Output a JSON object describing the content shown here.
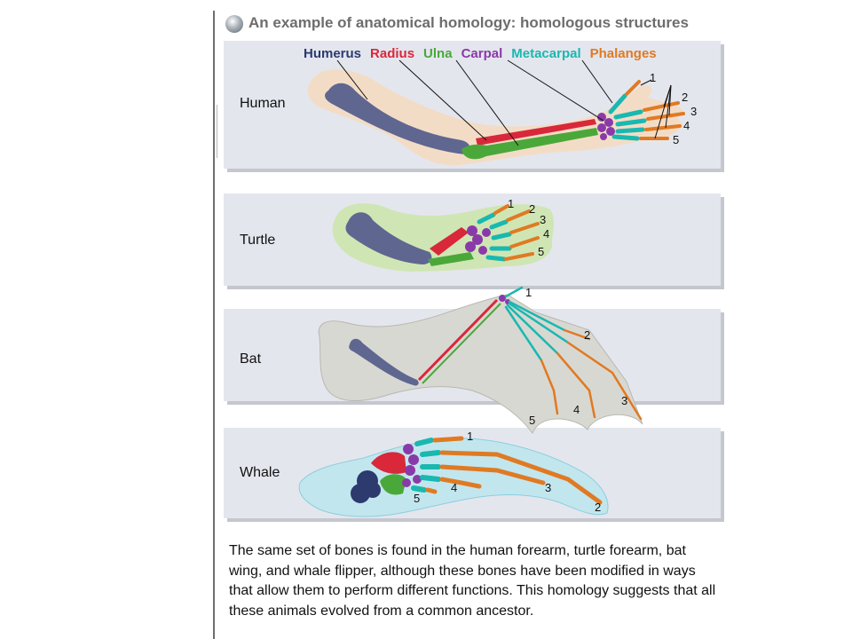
{
  "title": {
    "text": "An example of anatomical homology: homologous structures",
    "icon": "globe-icon"
  },
  "legend": [
    {
      "label": "Humerus",
      "color": "#2c3a6e"
    },
    {
      "label": "Radius",
      "color": "#d8283a"
    },
    {
      "label": "Ulna",
      "color": "#4aa83a"
    },
    {
      "label": "Carpal",
      "color": "#8a3aa8"
    },
    {
      "label": "Metacarpal",
      "color": "#19b8b0"
    },
    {
      "label": "Phalanges",
      "color": "#e07a22"
    }
  ],
  "panels": {
    "human": "Human",
    "turtle": "Turtle",
    "bat": "Bat",
    "whale": "Whale"
  },
  "digits": {
    "human": [
      "1",
      "2",
      "3",
      "4",
      "5"
    ],
    "turtle": [
      "1",
      "2",
      "3",
      "4",
      "5"
    ],
    "bat": [
      "1",
      "2",
      "3",
      "4",
      "5"
    ],
    "whale": [
      "1",
      "2",
      "3",
      "4",
      "5"
    ]
  },
  "caption": "The same set of bones is found in the human forearm, turtle forearm, bat wing, and whale flipper, although these bones have been modified in ways that allow them to perform different functions. This homology suggests that all these animals evolved from a common ancestor.",
  "colors": {
    "panel_bg": "#e4e6ee",
    "skin_human": "#f3dcc6",
    "skin_turtle": "#cfe6b4",
    "skin_bat": "#d8d8d2",
    "skin_whale": "#c2e6ee",
    "humerus": "#5f6690",
    "radius": "#d8283a",
    "ulna": "#4aa83a",
    "carpal": "#8a3aa8",
    "metacarpal": "#19b8b0",
    "phalanges": "#e07a22"
  }
}
